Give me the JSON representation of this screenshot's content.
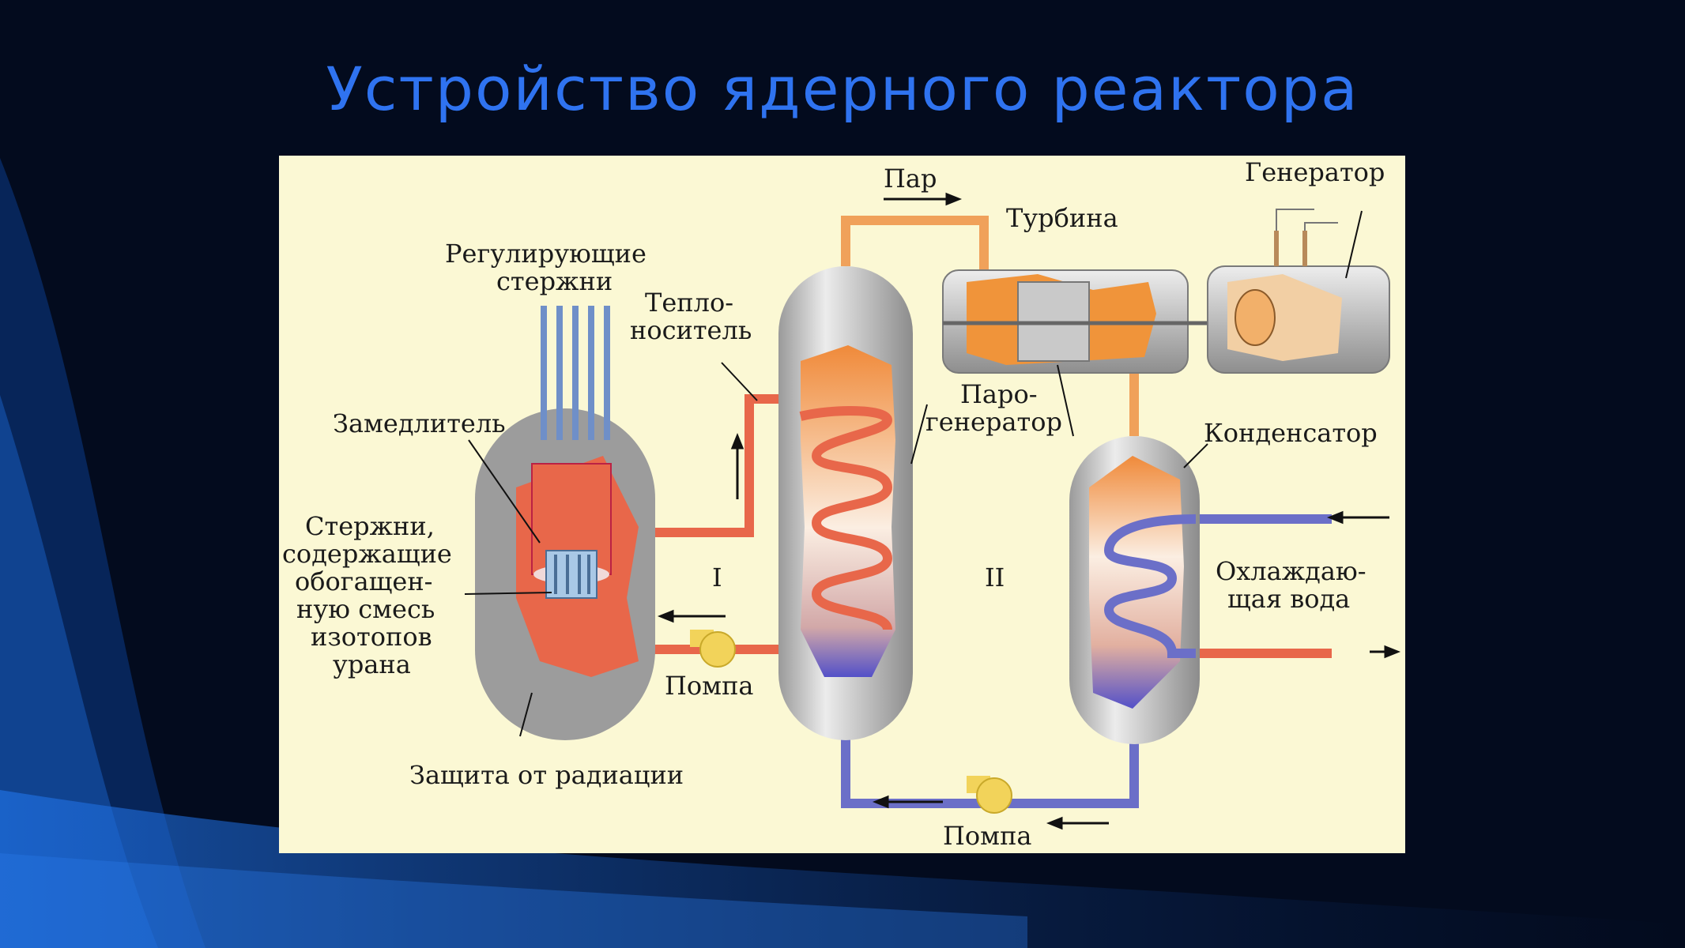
{
  "slide": {
    "title": "Устройство ядерного реактора"
  },
  "diagram": {
    "labels": {
      "steam": "Пар",
      "turbine": "Турбина",
      "generator": "Генератор",
      "control_rods_1": "Регулирующие",
      "control_rods_2": "стержни",
      "coolant_1": "Тепло-",
      "coolant_2": "носитель",
      "moderator": "Замедлитель",
      "steam_gen_1": "Паро-",
      "steam_gen_2": "генератор",
      "condenser": "Конденсатор",
      "fuel_1": "Стержни,",
      "fuel_2": "содержащие",
      "fuel_3": "обогащен-",
      "fuel_4": "ную смесь",
      "fuel_5": "изотопов",
      "fuel_6": "урана",
      "loop_1": "I",
      "loop_2": "II",
      "cooling_1": "Охлаждаю-",
      "cooling_2": "щая вода",
      "pump_1": "Помпа",
      "pump_2": "Помпа",
      "shield": "Защита от радиации"
    },
    "colors": {
      "background": "#fbf8d4",
      "hot_pipe": "#e8674a",
      "cold_pipe": "#6b6fc8",
      "steam_pipe": "#f0a15a",
      "vessel": "#c9c9c9"
    }
  }
}
